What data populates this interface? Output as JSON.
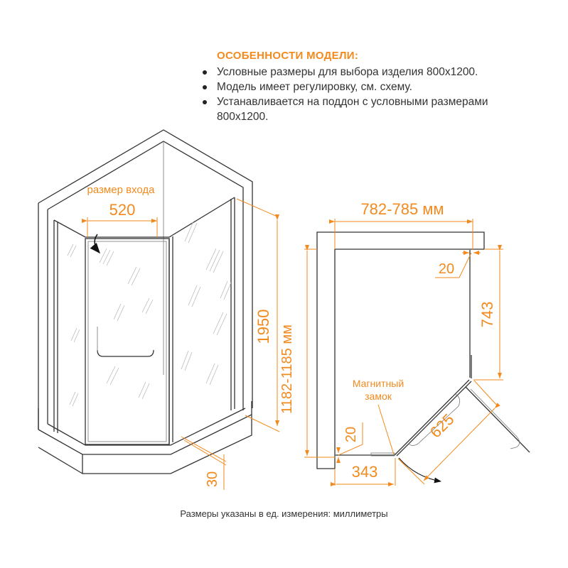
{
  "features": {
    "title": "ОСОБЕННОСТИ МОДЕЛИ:",
    "items": [
      "Условные размеры для выбора изделия 800x1200.",
      "Модель имеет регулировку, см. схему.",
      "Устанавливается на поддон с условными размерами 800x1200."
    ]
  },
  "iso_view": {
    "entry_label": "размер входа",
    "entry_width": "520",
    "height": "1950",
    "tray_height": "30",
    "depth_range": "1182-1185 мм"
  },
  "plan_view": {
    "width_range": "782-785 мм",
    "adjust_top": "20",
    "side_length": "743",
    "door_panel": "625",
    "bottom_segment": "343",
    "adjust_bottom": "20",
    "magnet_lock_label_line1": "Магнитный",
    "magnet_lock_label_line2": "замок"
  },
  "footer": {
    "note": "Размеры указаны в ед. измерения: миллиметры"
  },
  "colors": {
    "accent": "#f28a1e",
    "line": "#333333"
  }
}
